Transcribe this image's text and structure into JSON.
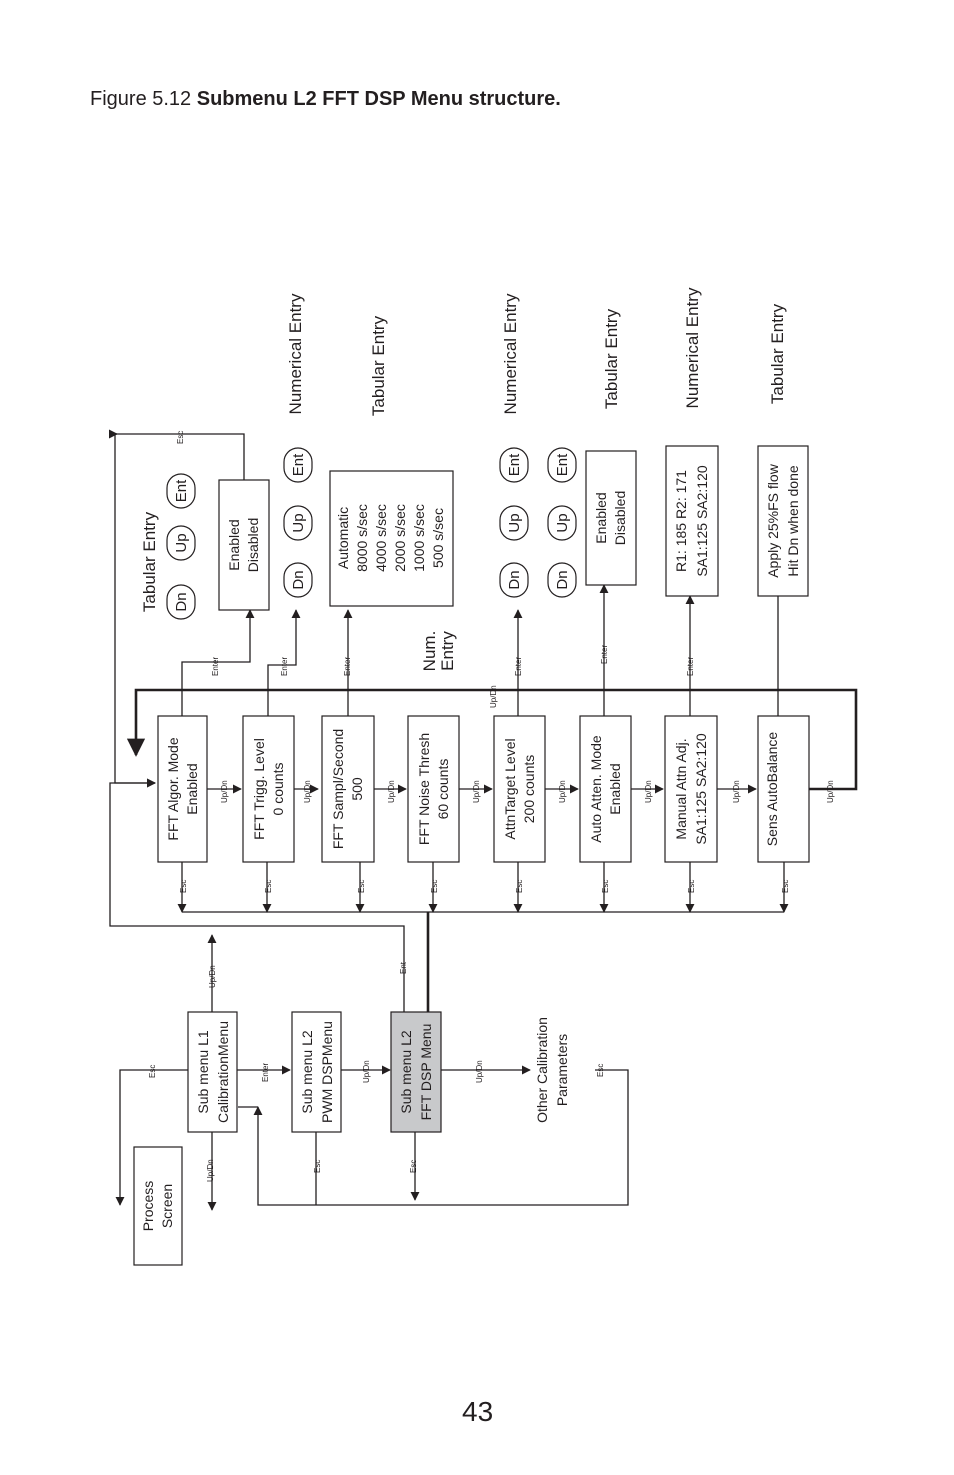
{
  "caption": {
    "prefix": "Figure 5.12",
    "title": "Submenu L2 FFT DSP Menu structure."
  },
  "page_number": "43",
  "main_menu": {
    "process_screen": [
      "Process",
      "Screen"
    ],
    "sub_l1": [
      "Sub menu L1",
      "CalibrationMenu"
    ],
    "sub_l2_pwm": [
      "Sub menu L2",
      "PWM DSPMenu"
    ],
    "sub_l2_fft": [
      "Sub menu L2",
      "FFT DSP Menu"
    ],
    "other": [
      "Other Calibration",
      "Parameters"
    ],
    "highlight_text_color": "#e03a3e",
    "highlight_fill": "#c8c9cb"
  },
  "params": [
    [
      "FFT Algor. Mode",
      "Enabled"
    ],
    [
      "FFT Trigg. Level",
      "0 counts"
    ],
    [
      "FFT Sampl/Second",
      "500"
    ],
    [
      "FFT Noise Thresh",
      "60 counts"
    ],
    [
      "AttnTarget Level",
      "200 counts"
    ],
    [
      "Auto Atten. Mode",
      "Enabled"
    ],
    [
      "Manual Attn Adj.",
      "SA1:125  SA2:120"
    ],
    [
      "Sens AutoBalance"
    ]
  ],
  "entry_modes": {
    "tabular": "Tabular Entry",
    "numerical": "Numerical Entry",
    "num_entry": [
      "Num.",
      "Entry"
    ]
  },
  "option_boxes": {
    "algor": [
      "Enabled",
      "Disabled"
    ],
    "sampling": [
      "Automatic",
      "8000 s/sec",
      "4000 s/sec",
      "2000 s/sec",
      "1000 s/sec",
      "500 s/sec"
    ],
    "auto_atten": [
      "Enabled",
      "Disabled"
    ],
    "manual_atten": [
      "R1: 185  R2: 171",
      "SA1:125  SA2:120"
    ],
    "balance": [
      "Apply 25%FS flow",
      "Hit Dn when done"
    ]
  },
  "keys": {
    "dn": "Dn",
    "up": "Up",
    "ent": "Ent"
  },
  "connector_labels": {
    "esc": "Esc",
    "updn": "Up/Dn",
    "enter": "Enter",
    "ent": "Ent"
  }
}
